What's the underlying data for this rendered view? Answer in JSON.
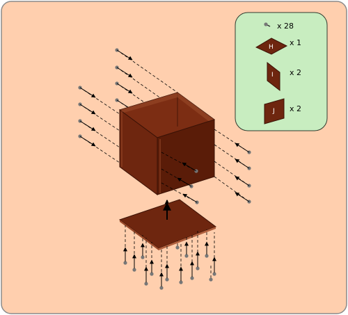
{
  "colors": {
    "background": "#ffcfae",
    "frame_stroke": "#8a8a8a",
    "wood_front": "#6e260f",
    "wood_side": "#5a1c08",
    "wood_inner": "#7c2d13",
    "wood_edge": "#9a4a2a",
    "legend_bg": "#c8edc0",
    "legend_stroke": "#2f3b2f",
    "nail": "#777777",
    "arrow": "#000000"
  },
  "legend": {
    "items": [
      {
        "icon": "nail-icon",
        "label": "",
        "count": "x 28"
      },
      {
        "icon": "panel-h-icon",
        "label": "H",
        "count": "x 1"
      },
      {
        "icon": "panel-i-icon",
        "label": "I",
        "count": "x 2"
      },
      {
        "icon": "panel-j-icon",
        "label": "J",
        "count": "x 2"
      }
    ]
  }
}
